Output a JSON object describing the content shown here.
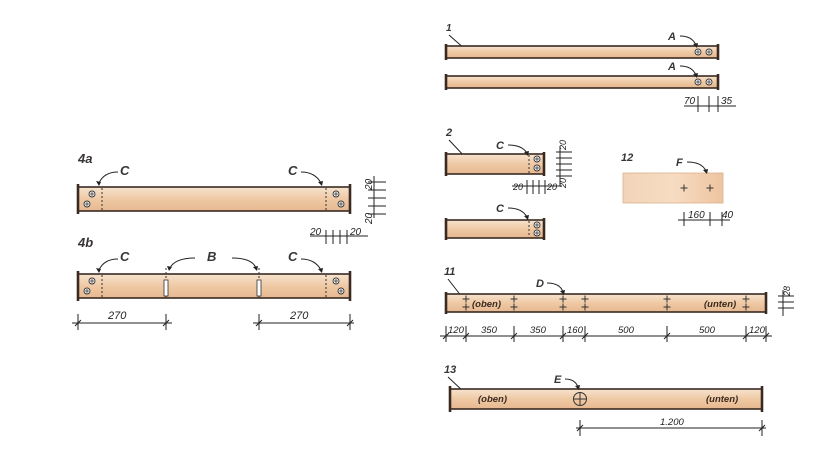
{
  "labels": {
    "part_4a": "4a",
    "part_4b": "4b",
    "part_1": "1",
    "part_2": "2",
    "part_12": "12",
    "part_11": "11",
    "part_13": "13",
    "mark_A": "A",
    "mark_B": "B",
    "mark_C": "C",
    "mark_D": "D",
    "mark_E": "E",
    "mark_F": "F"
  },
  "words": {
    "top": "(oben)",
    "bottom": "(unten)"
  },
  "dimensions": {
    "d20": "20",
    "d270": "270",
    "d70": "70",
    "d35": "35",
    "d160": "160",
    "d40": "40",
    "d28": "28",
    "d120": "120",
    "d350": "350",
    "d500": "500",
    "d1200": "1.200"
  },
  "colors": {
    "wood_light": "#f6e3cf",
    "wood_mid": "#efc9a4",
    "wood_dark": "#e2ad84",
    "outline": "#3a2a22"
  }
}
